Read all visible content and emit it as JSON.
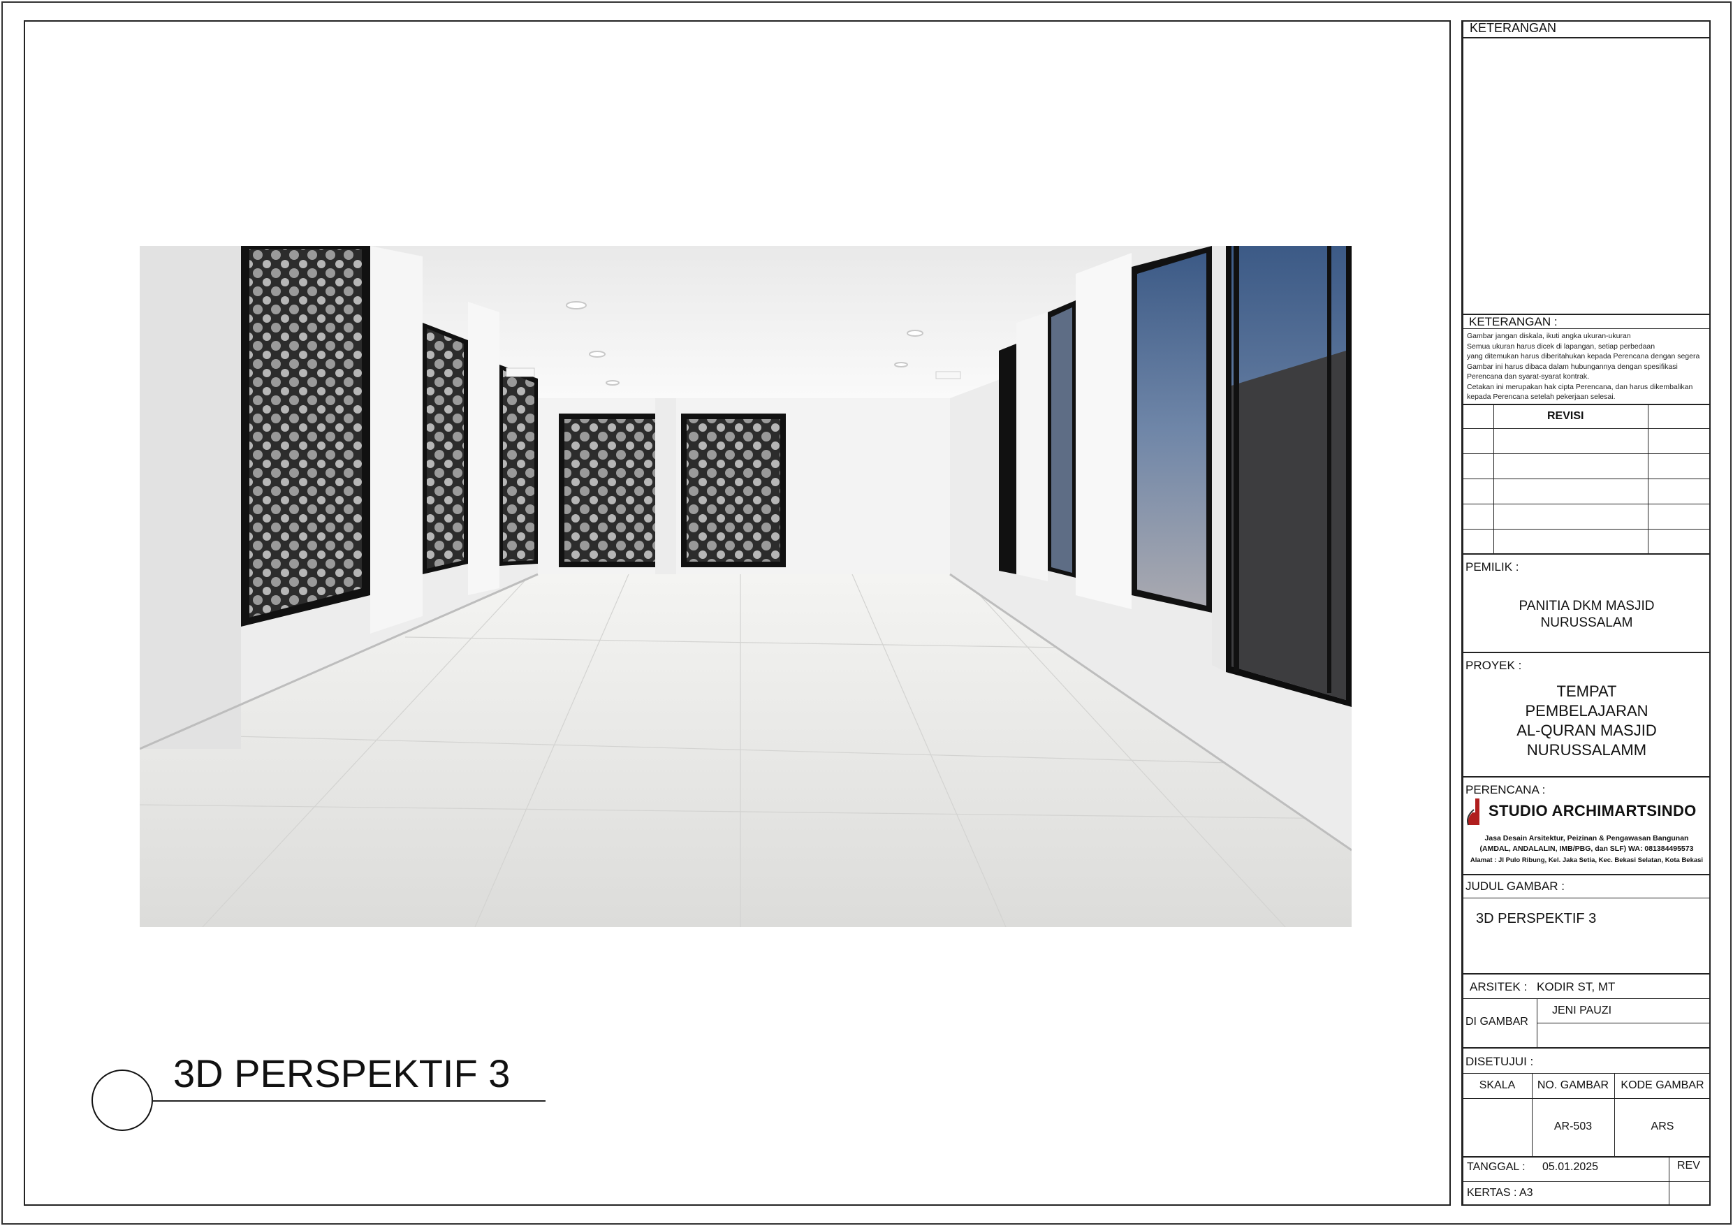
{
  "sheet": {
    "view_title": "3D PERSPEKTIF 3",
    "colors": {
      "line": "#222222",
      "floor": "#e6e6e4",
      "wall": "#f2f2f2",
      "frame": "#141414"
    }
  },
  "title_block": {
    "keterangan_header": "KETERANGAN",
    "keterangan_label": "KETERANGAN :",
    "keterangan_notes": "Gambar jangan diskala, ikuti angka ukuran-ukuran\nSemua ukuran harus dicek di lapangan, setiap perbedaan\nyang ditemukan harus diberitahukan kepada Perencana dengan segera\nGambar ini harus dibaca dalam hubungannya dengan spesifikasi\nPerencana dan syarat-syarat kontrak.\nCetakan ini merupakan hak cipta Perencana, dan harus dikembalikan\nkepada Perencana setelah pekerjaan selesai.",
    "revisi_label": "REVISI",
    "pemilik_label": "PEMILIK :",
    "pemilik_line1": "PANITIA DKM MASJID",
    "pemilik_line2": "NURUSSALAM",
    "proyek_label": "PROYEK :",
    "proyek_line1": "TEMPAT",
    "proyek_line2": "PEMBELAJARAN",
    "proyek_line3": "AL-QURAN MASJID",
    "proyek_line4": "NURUSSALAMM",
    "perencana_label": "PERENCANA :",
    "studio_name": "STUDIO ARCHIMARTSINDO",
    "studio_line1": "Jasa Desain Arsitektur, Peizinan & Pengawasan Bangunan",
    "studio_line2": "(AMDAL, ANDALALIN, IMB/PBG, dan SLF) WA: 081384495573",
    "studio_line3": "Alamat : Jl Pulo Ribung, Kel. Jaka Setia, Kec. Bekasi Selatan, Kota Bekasi",
    "judul_label": "JUDUL GAMBAR :",
    "judul_value": "3D PERSPEKTIF 3",
    "arsitek_label": "ARSITEK :",
    "arsitek_value": "KODIR ST, MT",
    "digambar_label": "DI GAMBAR",
    "digambar_value": "JENI PAUZI",
    "disetujui_label": "DISETUJUI :",
    "skala_label": "SKALA",
    "no_gambar_label": "NO. GAMBAR",
    "kode_gambar_label": "KODE GAMBAR",
    "no_gambar_value": "AR-503",
    "kode_gambar_value": "ARS",
    "tanggal_label": "TANGGAL :",
    "tanggal_value": "05.01.2025",
    "rev_label": "REV",
    "kertas_label": "KERTAS : A3"
  }
}
